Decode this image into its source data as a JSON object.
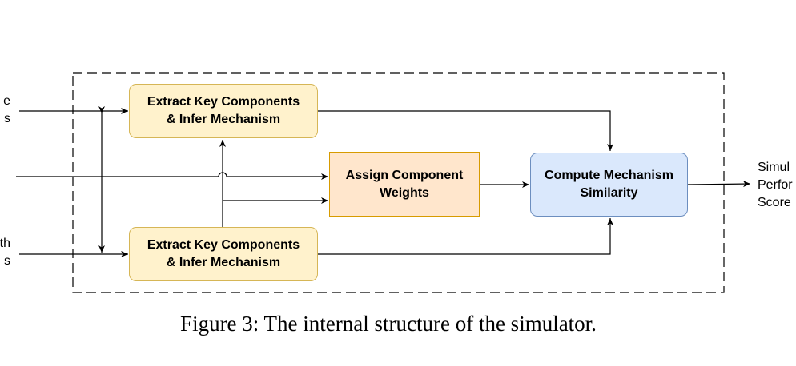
{
  "diagram": {
    "inputs": {
      "top": [
        "e",
        "s"
      ],
      "bottom": [
        "th",
        "s"
      ]
    },
    "nodes": {
      "extract_top": [
        "Extract Key Components",
        "& Infer Mechanism"
      ],
      "extract_bottom": [
        "Extract Key Components",
        "& Infer Mechanism"
      ],
      "assign_weights": [
        "Assign Component",
        "Weights"
      ],
      "compute_similarity": [
        "Compute Mechanism",
        "Similarity"
      ]
    },
    "output": [
      "Simul",
      "Perfor",
      "Score"
    ],
    "colors": {
      "yellow_fill": "#fff2cc",
      "yellow_stroke": "#d6b656",
      "orange_fill": "#ffe6cc",
      "orange_stroke": "#d79b00",
      "blue_fill": "#dae8fc",
      "blue_stroke": "#6c8ebf"
    }
  },
  "caption": "Figure 3: The internal structure of the simulator."
}
